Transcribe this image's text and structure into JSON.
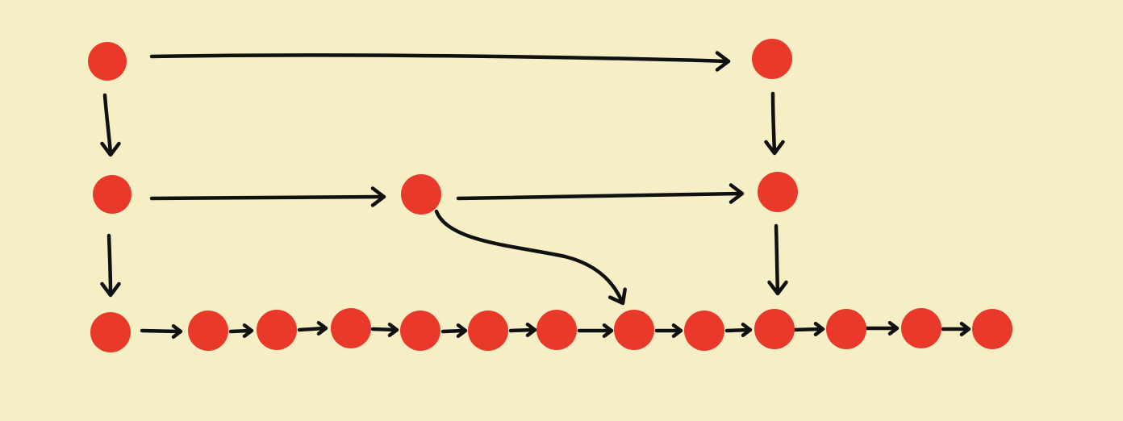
{
  "diagram": {
    "type": "directed-graph",
    "colors": {
      "background": "#f6efc5",
      "node_fill": "#e8392a",
      "edge_stroke": "#111111"
    },
    "rows": [
      {
        "row": "top",
        "node_ids": [
          "n1",
          "n2"
        ]
      },
      {
        "row": "middle",
        "node_ids": [
          "n3",
          "n4",
          "n5"
        ]
      },
      {
        "row": "bottom",
        "node_ids": [
          "b1",
          "b2",
          "b3",
          "b4",
          "b5",
          "b6",
          "b7",
          "b8",
          "b9",
          "b10",
          "b11",
          "b12",
          "b13"
        ]
      }
    ],
    "edges": [
      {
        "from": "n1",
        "to": "n2"
      },
      {
        "from": "n1",
        "to": "n3"
      },
      {
        "from": "n2",
        "to": "n5"
      },
      {
        "from": "n3",
        "to": "n4"
      },
      {
        "from": "n4",
        "to": "n5"
      },
      {
        "from": "n3",
        "to": "b1"
      },
      {
        "from": "n4",
        "to": "b8"
      },
      {
        "from": "n5",
        "to": "b10"
      },
      {
        "from": "b1",
        "to": "b2"
      },
      {
        "from": "b2",
        "to": "b3"
      },
      {
        "from": "b3",
        "to": "b4"
      },
      {
        "from": "b4",
        "to": "b5"
      },
      {
        "from": "b5",
        "to": "b6"
      },
      {
        "from": "b6",
        "to": "b7"
      },
      {
        "from": "b7",
        "to": "b8"
      },
      {
        "from": "b8",
        "to": "b9"
      },
      {
        "from": "b9",
        "to": "b10"
      },
      {
        "from": "b10",
        "to": "b11"
      },
      {
        "from": "b11",
        "to": "b12"
      },
      {
        "from": "b12",
        "to": "b13"
      }
    ]
  }
}
